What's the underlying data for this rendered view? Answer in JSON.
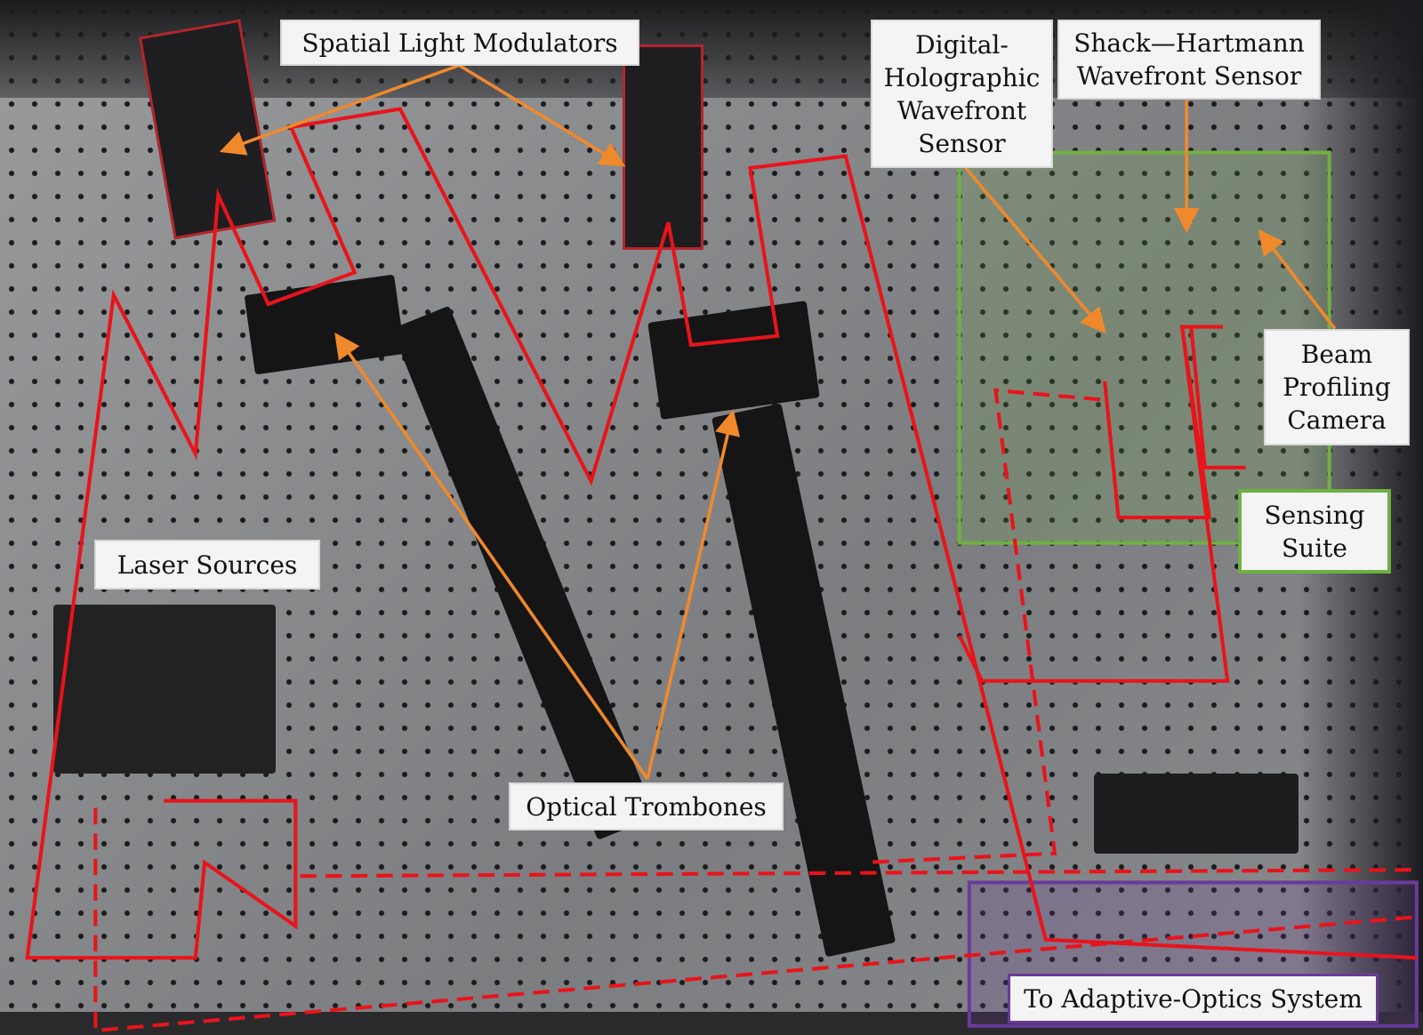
{
  "labels": {
    "slm": "Spatial Light Modulators",
    "dh": [
      "Digital-",
      "Holographic",
      "Wavefront",
      "Sensor"
    ],
    "sh": [
      "Shack—Hartmann",
      "Wavefront Sensor"
    ],
    "beam": [
      "Beam",
      "Profiling",
      "Camera"
    ],
    "sensing": [
      "Sensing",
      "Suite"
    ],
    "laser": "Laser Sources",
    "trombones": "Optical Trombones",
    "ao": "To Adaptive-Optics System"
  },
  "colors": {
    "beam_path": "#e8141b",
    "arrow": "#f0892c",
    "sensing_box": "#6fb043",
    "ao_box": "#6a3a9a"
  }
}
